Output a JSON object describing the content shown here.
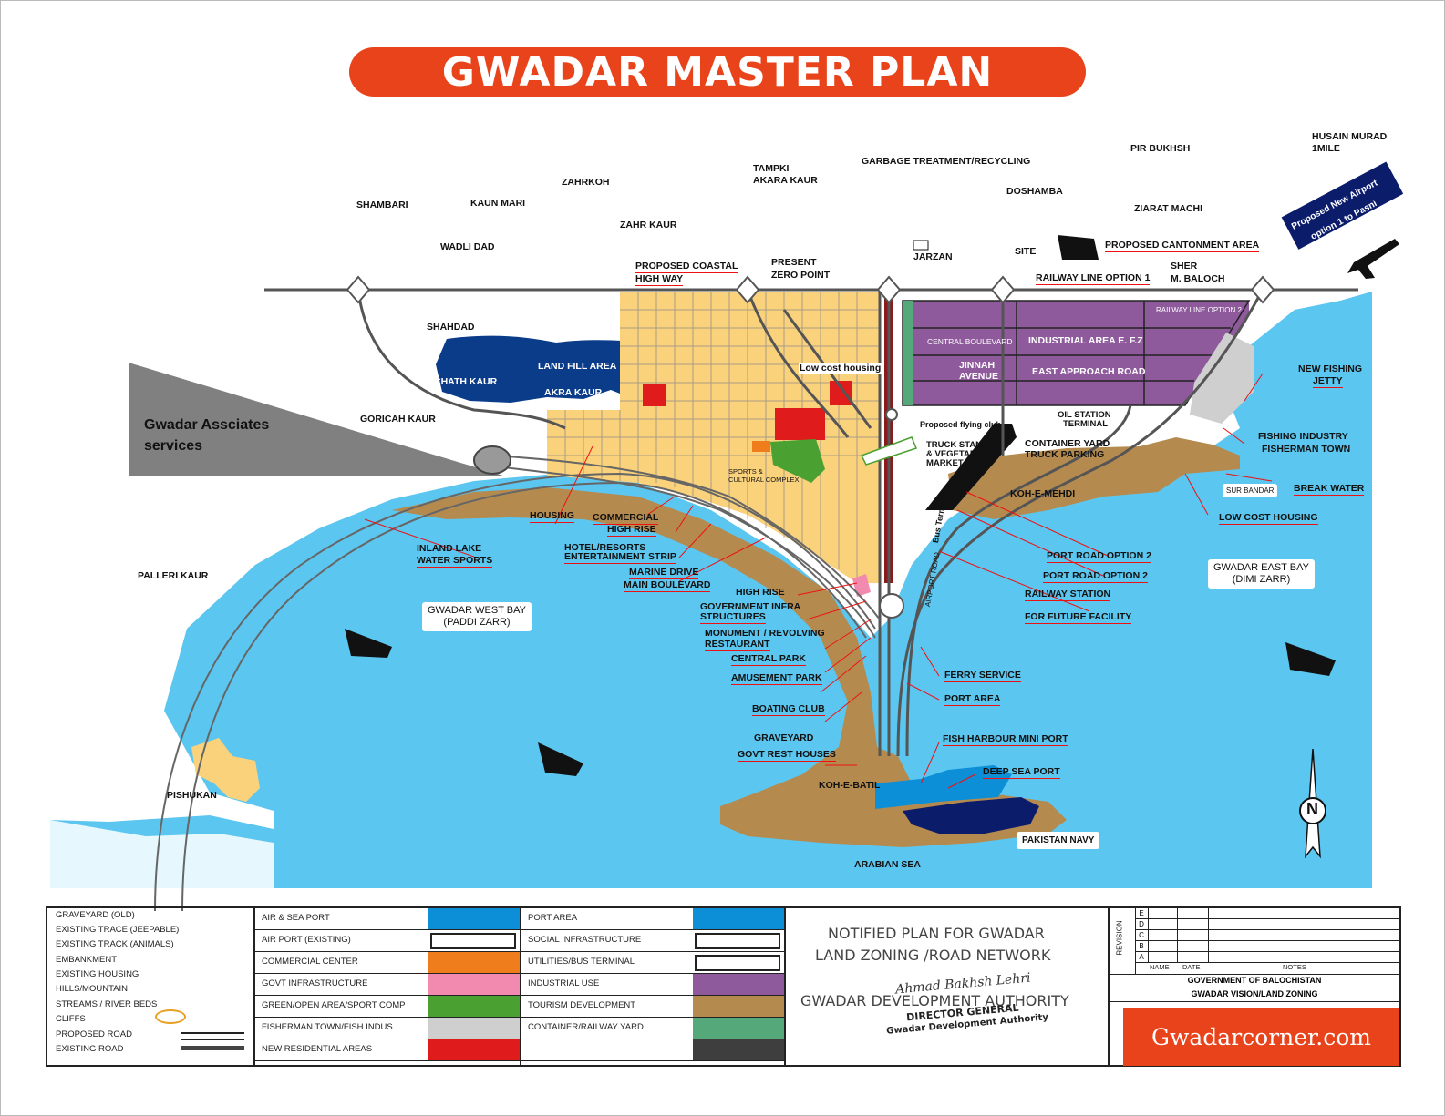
{
  "title": "GWADAR MASTER PLAN",
  "colors": {
    "sea": "#5bc6ef",
    "residential": "#fbd27c",
    "industrial": "#8e5a9c",
    "hills": "#b58a4f",
    "navy": "#0b1c6b",
    "title": "#e8431a",
    "red": "#e01b1b",
    "green": "#4aa030",
    "orange": "#f07d1b"
  },
  "places": {
    "shambari": "SHAMBARI",
    "kaun_mari": "KAUN MARI",
    "zahrkoh": "ZAHRKOH",
    "tampki": "TAMPKI",
    "akara_kaur": "AKARA KAUR",
    "garbage": "GARBAGE TREATMENT/RECYCLING",
    "pir_bukhsh": "PIR BUKHSH",
    "husain_murad": "HUSAIN MURAD",
    "one_mile": "1MILE",
    "zahr_kaur": "ZAHR KAUR",
    "doshamba": "DOSHAMBA",
    "ziarat_machi": "ZIARAT MACHI",
    "wadli_dad": "WADLI DAD",
    "jarzan": "JARZAN",
    "site": "SITE",
    "sher": "SHER",
    "m_baloch": "M. BALOCH",
    "shahdad": "SHAHDAD",
    "goricah_kaur": "GORICAH KAUR",
    "palleri_kaur": "PALLERI KAUR",
    "pishukan": "PISHUKAN",
    "arabian_sea": "ARABIAN SEA",
    "chath_kaur": "CHATH KAUR",
    "land_fill": "LAND FILL AREA",
    "akra_kaur": "AKRA KAUR"
  },
  "labels": {
    "proposed_coastal": "PROPOSED COASTAL",
    "high_way": "HIGH WAY",
    "present": "PRESENT",
    "zero_point": "ZERO POINT",
    "proposed_cantonment": "PROPOSED CANTONMENT AREA",
    "railway_option1": "RAILWAY LINE OPTION 1",
    "railway_option2": "RAILWAY LINE OPTION 2",
    "central_boulevard": "CENTRAL BOULEVARD",
    "industrial_area": "INDUSTRIAL AREA E. F.Z",
    "jinnah": "JINNAH",
    "avenue": "AVENUE",
    "east_approach": "EAST APPROACH ROAD",
    "low_cost_top": "Low cost housing",
    "flying_club": "Proposed flying club",
    "oil_station": "OIL STATION",
    "terminal": "TERMINAL",
    "truck_stand": "TRUCK STAND",
    "vegetable": "& VEGETABLE",
    "market": "MARKET",
    "container_yard": "CONTAINER YARD",
    "truck_parking": "TRUCK PARKING",
    "koh_e_mehdi": "KOH-E-MEHDI",
    "new_fishing": "NEW FISHING",
    "jetty": "JETTY",
    "fishing_industry": "FISHING INDUSTRY",
    "fisherman_town": "FISHERMAN TOWN",
    "break_water": "BREAK WATER",
    "sur_bandar": "SUR BANDAR",
    "low_cost_housing": "LOW COST HOUSING",
    "gwadar_east_bay": "GWADAR EAST BAY",
    "dimi_zarr": "(DIMI ZARR)",
    "gwadar_west_bay": "GWADAR WEST BAY",
    "paddi_zarr": "(PADDI ZARR)",
    "sports": "SPORTS &",
    "cultural": "CULTURAL COMPLEX",
    "housing": "HOUSING",
    "commercial": "COMMERCIAL",
    "high_rise": "HIGH RISE",
    "inland_lake": "INLAND LAKE",
    "water_sports": "WATER SPORTS",
    "hotel": "HOTEL/RESORTS",
    "entertainment": "ENTERTAINMENT STRIP",
    "marine_drive": "MARINE DRIVE",
    "main_boulevard": "MAIN BOULEVARD",
    "high_rise2": "HIGH RISE",
    "govt_infra": "GOVERNMENT INFRA",
    "structures": "STRUCTURES",
    "monument": "MONUMENT / REVOLVING",
    "restaurant": "RESTAURANT",
    "central_park": "CENTRAL PARK",
    "amusement": "AMUSEMENT PARK",
    "boating": "BOATING CLUB",
    "graveyard": "GRAVEYARD",
    "govt_rest": "GOVT REST HOUSES",
    "koh_e_batil": "KOH-E-BATIL",
    "port_road1": "PORT ROAD OPTION 2",
    "port_road2": "PORT ROAD OPTION 2",
    "railway_station": "RAILWAY STATION",
    "future_facility": "FOR FUTURE FACILITY",
    "ferry": "FERRY SERVICE",
    "port_area": "PORT AREA",
    "fish_harbour": "FISH HARBOUR MINI PORT",
    "deep_sea": "DEEP SEA PORT",
    "pakistan_navy": "PAKISTAN NAVY",
    "bus_terminal": "Bus Terminal",
    "airport_road": "AIRPORT ROAD",
    "airport_1": "Proposed New Airport",
    "airport_2": "option 1 to Pasni",
    "gwadar_associates_1": "Gwadar Assciates",
    "gwadar_associates_2": "services",
    "north": "N"
  },
  "legend": {
    "col1": [
      "GRAVEYARD (OLD)",
      "EXISTING TRACE (JEEPABLE)",
      "EXISTING TRACK (ANIMALS)",
      "EMBANKMENT",
      "EXISTING HOUSING",
      "HILLS/MOUNTAIN",
      "STREAMS / RIVER BEDS",
      "CLIFFS",
      "PROPOSED ROAD",
      "EXISTING ROAD"
    ],
    "col2": [
      {
        "label": "AIR & SEA PORT",
        "color": "#0d8fd8"
      },
      {
        "label": "AIR PORT (EXISTING)",
        "color": "#ffffff"
      },
      {
        "label": "COMMERCIAL CENTER",
        "color": "#f07d1b"
      },
      {
        "label": "GOVT INFRASTRUCTURE",
        "color": "#f28ab0"
      },
      {
        "label": "GREEN/OPEN AREA/SPORT COMP",
        "color": "#4aa030"
      },
      {
        "label": "FISHERMAN TOWN/FISH INDUS.",
        "color": "#cfcfcf"
      },
      {
        "label": "NEW RESIDENTIAL AREAS",
        "color": "#e01b1b"
      }
    ],
    "col3": [
      {
        "label": "PORT AREA",
        "color": "#0d8fd8"
      },
      {
        "label": "SOCIAL INFRASTRUCTURE",
        "color": "#ffffff"
      },
      {
        "label": "UTILITIES/BUS TERMINAL",
        "color": "#ffffff"
      },
      {
        "label": "INDUSTRIAL USE",
        "color": "#8e5a9c"
      },
      {
        "label": "TOURISM DEVELOPMENT",
        "color": "#b58a4f"
      },
      {
        "label": "CONTAINER/RAILWAY YARD",
        "color": "#55a87a"
      },
      {
        "label": "",
        "color": "#3e3e3e"
      }
    ],
    "notified_1": "NOTIFIED PLAN FOR GWADAR",
    "notified_2": "LAND ZONING /ROAD NETWORK",
    "notified_3": "GWADAR DEVELOPMENT AUTHORITY",
    "signature": "Ahmad Bakhsh Lehri",
    "director": "DIRECTOR GENERAL",
    "gda": "Gwadar Development Authority",
    "revision": "REVISION",
    "rev_letters": [
      "E",
      "D",
      "C",
      "B",
      "A"
    ],
    "name": "NAME",
    "date": "DATE",
    "notes": "NOTES",
    "gov": "GOVERNMENT OF BALOCHISTAN",
    "vision": "GWADAR VISION/LAND ZONING",
    "website": "Gwadarcorner.com"
  }
}
